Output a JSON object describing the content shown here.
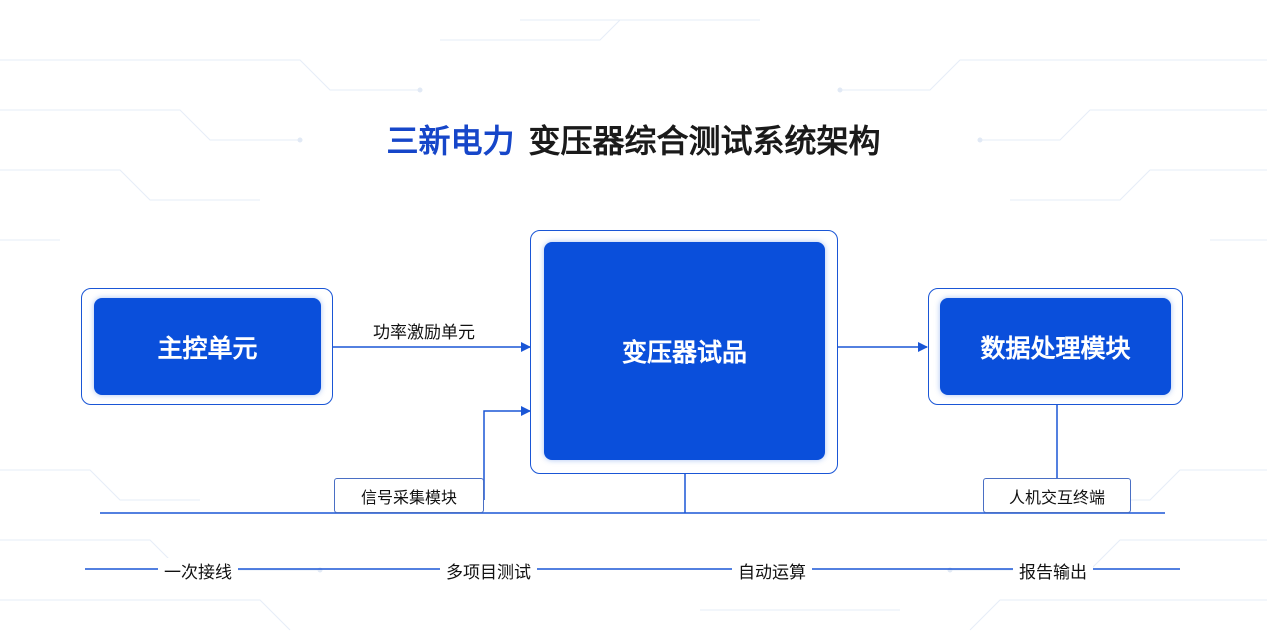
{
  "title": {
    "brand": "三新电力",
    "main": "变压器综合测试系统架构"
  },
  "blocks": {
    "main_control": "主控单元",
    "transformer_sample": "变压器试品",
    "data_processing": "数据处理模块"
  },
  "connectors": {
    "excitation_label": "功率激励单元",
    "signal_acquisition": "信号采集模块",
    "hmi": "人机交互终端"
  },
  "process_steps": [
    "一次接线",
    "多项目测试",
    "自动运算",
    "报告输出"
  ],
  "colors": {
    "primary_blue": "#0a4fdb",
    "line_blue": "#1a56d6",
    "brand_blue": "#1646c9"
  }
}
